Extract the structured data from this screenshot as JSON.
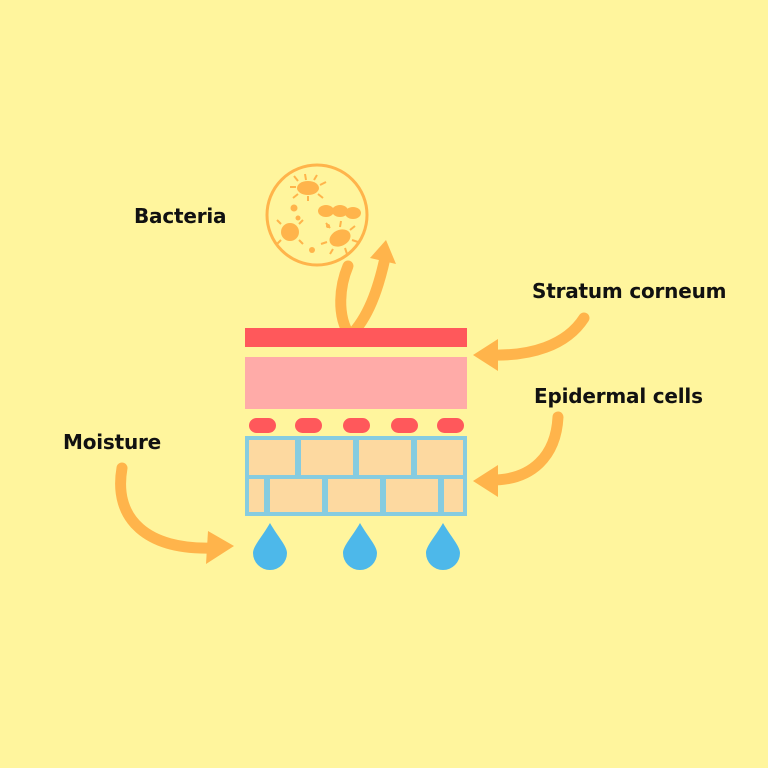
{
  "labels": {
    "bacteria": "Bacteria",
    "stratum_corneum": "Stratum corneum",
    "epidermal_cells": "Epidermal cells",
    "moisture": "Moisture"
  },
  "colors": {
    "background": "#FFF59D",
    "stratum_corneum": "#FF585B",
    "pink_layer": "#FFABA8",
    "epidermal_cell_red": "#FF585B",
    "cell_fill": "#FDD9A0",
    "cell_border": "#86CCE0",
    "moisture_drop": "#4DB8EA",
    "arrow": "#FFB44B",
    "bacteria": "#FFB44B",
    "label_text": "#111111"
  },
  "icons": {
    "bacteria": "bacteria-petri-icon",
    "moisture": "water-drop-icon",
    "arrows": "curved-arrow-icon"
  }
}
